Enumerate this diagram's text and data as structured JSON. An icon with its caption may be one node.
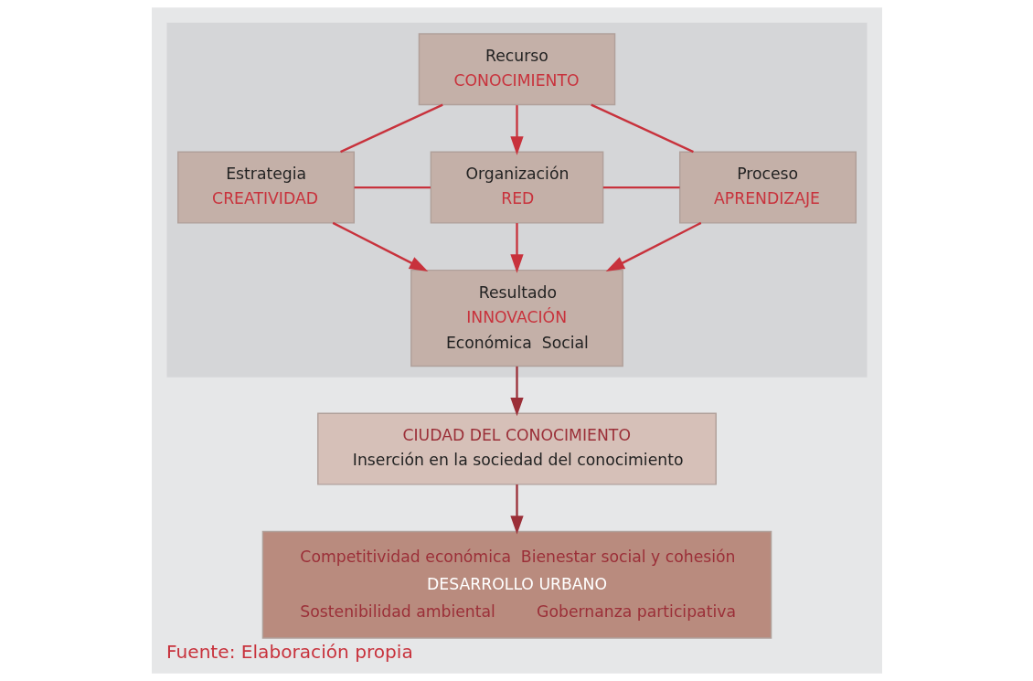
{
  "diagram": {
    "caption": "Fuente: Elaboración propia",
    "nodes": [
      {
        "text": [],
        "shape": "box"
      },
      {
        "text": [
          "Recurso",
          "CONOCIMIENTO"
        ],
        "in": 0
      },
      {
        "text": [
          "Estrategia",
          "CREATIVIDAD"
        ],
        "in": 0
      },
      {
        "text": [
          "Organización",
          "RED"
        ],
        "in": 0
      },
      {
        "text": [
          "Proceso",
          "APRENDIZAJE"
        ],
        "in": 0
      },
      {
        "text": [
          "Resultado",
          "INNOVACIÓN",
          "Económica",
          "Social"
        ],
        "in": 0
      },
      {
        "text": [
          "CIUDAD DEL CONOCIMIENTO",
          "Inserción en la sociedad del conocimiento"
        ]
      },
      {
        "text": [
          "Competitividad económica",
          "Bienestar social y cohesión",
          "DESARROLLO URBANO",
          "Sostenibilidad ambiental",
          "Gobernanza participativa"
        ]
      }
    ],
    "edges": [
      {
        "from": 1,
        "to": 2,
        "arrow": "none"
      },
      {
        "from": 1,
        "to": 4,
        "arrow": "none"
      },
      {
        "from": 1,
        "to": 3,
        "arrow": "to"
      },
      {
        "from": 2,
        "to": 3,
        "arrow": "none"
      },
      {
        "from": 3,
        "to": 4,
        "arrow": "none"
      },
      {
        "from": 3,
        "to": 5,
        "arrow": "to"
      },
      {
        "from": 2,
        "to": 5,
        "arrow": "to"
      },
      {
        "from": 4,
        "to": 5,
        "arrow": "to"
      },
      {
        "from": 5,
        "to": 6,
        "arrow": "to",
        "color": "#9b2f38"
      },
      {
        "from": 6,
        "to": 7,
        "arrow": "to",
        "color": "#9b2f38"
      }
    ]
  }
}
